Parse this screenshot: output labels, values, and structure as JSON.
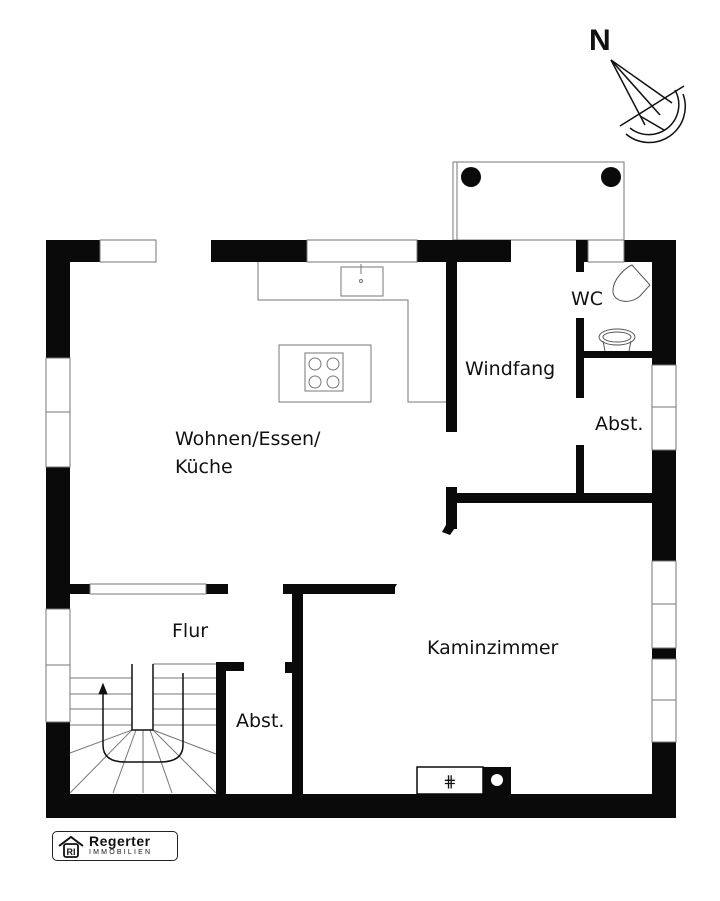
{
  "plan": {
    "compass": {
      "label": "N",
      "icon": "north-arrow-icon"
    },
    "rooms": [
      {
        "id": "wohnen",
        "label_line1": "Wohnen/Essen/",
        "label_line2": "Küche"
      },
      {
        "id": "windfang",
        "label": "Windfang"
      },
      {
        "id": "wc",
        "label": "WC"
      },
      {
        "id": "abst_right",
        "label": "Abst."
      },
      {
        "id": "flur",
        "label": "Flur"
      },
      {
        "id": "abst_left",
        "label": "Abst."
      },
      {
        "id": "kamin",
        "label": "Kaminzimmer"
      }
    ],
    "fixtures": [
      "kitchen-sink-icon",
      "cooktop-icon",
      "toilet-icon",
      "washbasin-icon",
      "fireplace-icon",
      "staircase-icon",
      "entrance-canopy"
    ],
    "colors": {
      "wall": "#0a0a0a",
      "line": "#777777",
      "background": "#ffffff"
    }
  },
  "logo": {
    "name": "Regerter",
    "subtitle": "IMMOBILIEN",
    "initials": "RI"
  }
}
